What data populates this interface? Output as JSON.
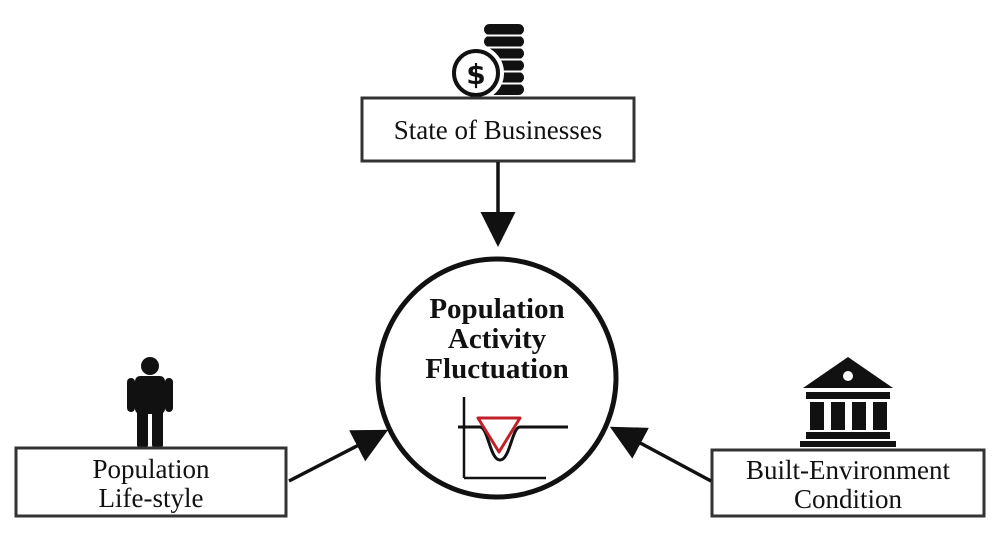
{
  "diagram": {
    "center": {
      "lines": [
        "Population",
        "Activity",
        "Fluctuation"
      ]
    },
    "top_box": {
      "label": "State of Businesses",
      "icon": "coins-dollar-icon"
    },
    "left_box": {
      "lines": [
        "Population",
        "Life-style"
      ],
      "icon": "person-icon"
    },
    "right_box": {
      "lines": [
        "Built-Environment",
        "Condition"
      ],
      "icon": "bank-building-icon"
    },
    "colors": {
      "stroke": "#222222",
      "marker": "#c0202a"
    }
  }
}
